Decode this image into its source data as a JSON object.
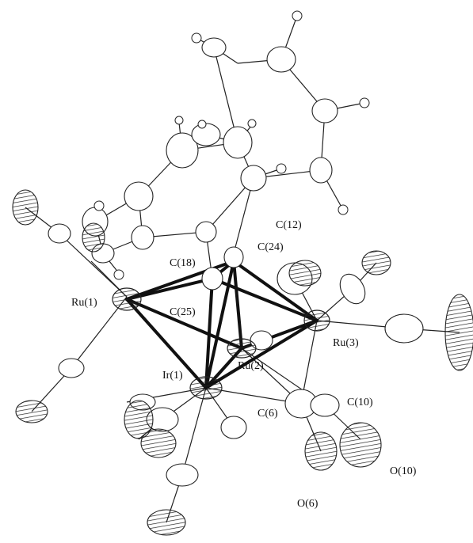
{
  "labels": {
    "ru1": "Ru(1)",
    "ru2": "Ru(2)",
    "ru3": "Ru(3)",
    "ir1": "Ir(1)",
    "c6": "C(6)",
    "c10": "C(10)",
    "c12": "C(12)",
    "c18": "C(18)",
    "c24": "C(24)",
    "c25": "C(25)",
    "o6": "O(6)",
    "o10": "O(10)"
  }
}
